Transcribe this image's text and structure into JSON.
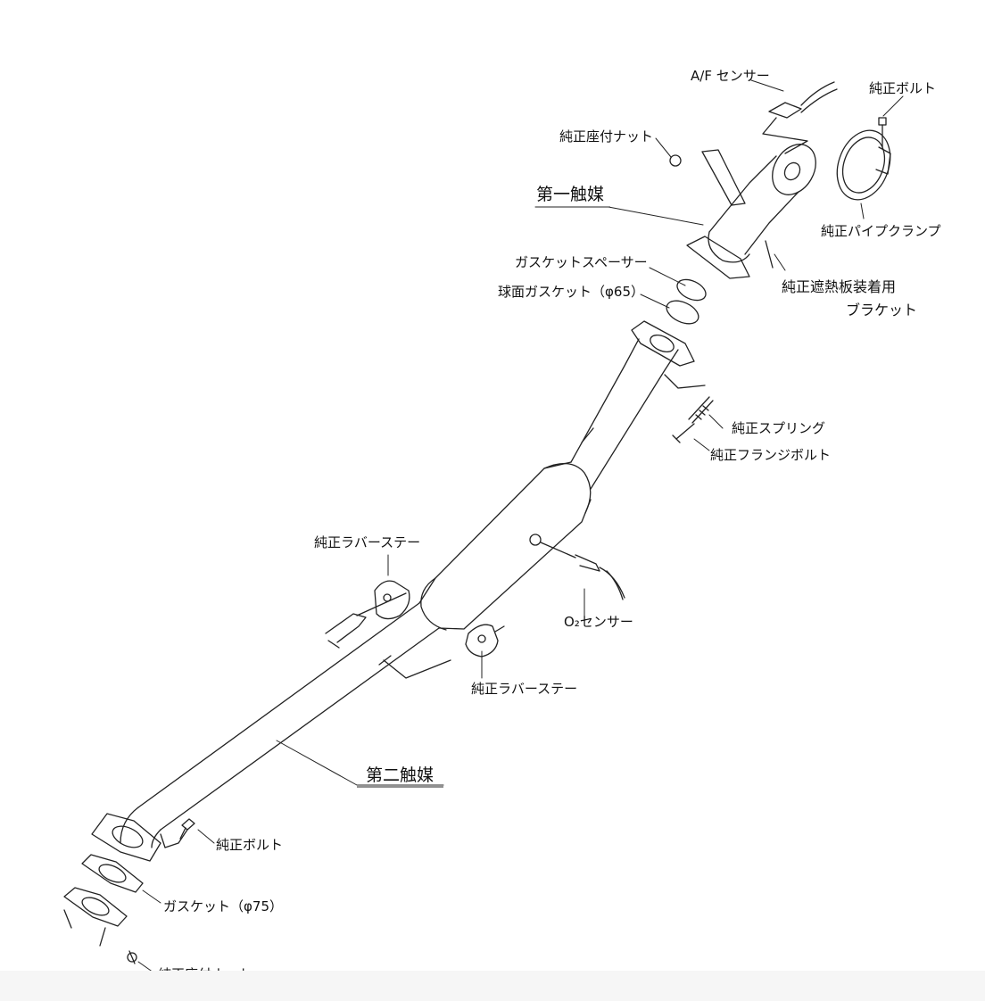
{
  "labels": {
    "af_sensor": "A/F センサー",
    "genuine_bolt_top": "純正ボルト",
    "genuine_seat_nut_top": "純正座付ナット",
    "first_catalyst": "第一触媒",
    "genuine_pipe_clamp": "純正パイプクランプ",
    "gasket_spacer": "ガスケットスペーサー",
    "spherical_gasket": "球面ガスケット（φ65）",
    "heat_shield_bracket_line1": "純正遮熱板装着用",
    "heat_shield_bracket_line2": "ブラケット",
    "genuine_spring": "純正スプリング",
    "genuine_flange_bolt": "純正フランジボルト",
    "rubber_stay_left": "純正ラバーステー",
    "o2_sensor": "O₂センサー",
    "rubber_stay_right": "純正ラバーステー",
    "second_catalyst": "第二触媒",
    "genuine_bolt_bottom": "純正ボルト",
    "gasket_75": "ガスケット（φ75）",
    "genuine_seat_nut_bottom": "純正座付ナット"
  }
}
